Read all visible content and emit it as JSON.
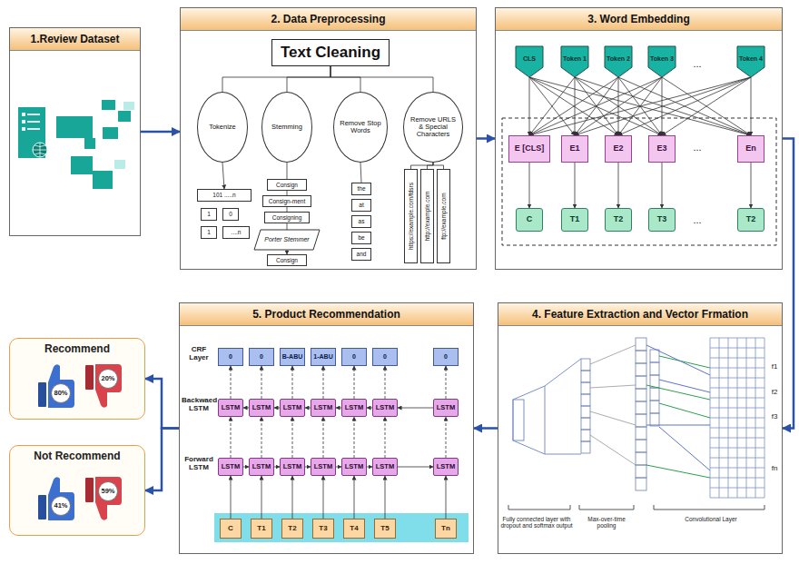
{
  "diagram": {
    "nodes": [
      {
        "text": [
          "1.Review Dataset"
        ]
      },
      {
        "text": [
          "2. Data Preprocessing"
        ]
      },
      {
        "text": [
          "Text Cleaning"
        ],
        "in": 1
      },
      {
        "text": [
          "Tokenize"
        ],
        "in": 1
      },
      {
        "text": [
          "Stemming"
        ],
        "in": 1
      },
      {
        "text": [
          "Remove Stop Words"
        ],
        "in": 1
      },
      {
        "text": [
          "Remove URLS & Special Characters"
        ],
        "in": 1
      },
      {
        "text": [
          "101 .....n"
        ],
        "in": 1
      },
      {
        "text": [
          "1"
        ],
        "in": 1
      },
      {
        "text": [
          "0"
        ],
        "in": 1
      },
      {
        "text": [
          "1"
        ],
        "in": 1
      },
      {
        "text": [
          "....n"
        ],
        "in": 1
      },
      {
        "text": [
          "Consign"
        ],
        "in": 1
      },
      {
        "text": [
          "Consign-ment"
        ],
        "in": 1
      },
      {
        "text": [
          "Consigning"
        ],
        "in": 1
      },
      {
        "text": [
          "Porter Stemmer"
        ],
        "in": 1
      },
      {
        "text": [
          "Consign"
        ],
        "in": 1
      },
      {
        "text": [
          "the"
        ],
        "in": 1
      },
      {
        "text": [
          "at"
        ],
        "in": 1
      },
      {
        "text": [
          "as"
        ],
        "in": 1
      },
      {
        "text": [
          "be"
        ],
        "in": 1
      },
      {
        "text": [
          "and"
        ],
        "in": 1
      },
      {
        "text": [
          "https://example.com/fdsrs"
        ],
        "in": 1
      },
      {
        "text": [
          "http://example.com"
        ],
        "in": 1
      },
      {
        "text": [
          "ftp://example.com"
        ],
        "in": 1
      },
      {
        "text": [
          "3. Word Embedding"
        ]
      },
      {
        "text": [
          "CLS"
        ],
        "in": 25
      },
      {
        "text": [
          "Token 1"
        ],
        "in": 25
      },
      {
        "text": [
          "Token 2"
        ],
        "in": 25
      },
      {
        "text": [
          "Token 3"
        ],
        "in": 25
      },
      {
        "text": [
          "Token 4"
        ],
        "in": 25
      },
      {
        "text": [
          "E [CLS]"
        ],
        "in": 25
      },
      {
        "text": [
          "E1"
        ],
        "in": 25
      },
      {
        "text": [
          "E2"
        ],
        "in": 25
      },
      {
        "text": [
          "E3"
        ],
        "in": 25
      },
      {
        "text": [
          "En"
        ],
        "in": 25
      },
      {
        "text": [
          "C"
        ],
        "in": 25
      },
      {
        "text": [
          "T1"
        ],
        "in": 25
      },
      {
        "text": [
          "T2"
        ],
        "in": 25
      },
      {
        "text": [
          "T3"
        ],
        "in": 25
      },
      {
        "text": [
          "T2"
        ],
        "in": 25
      },
      {
        "text": [
          "4. Feature Extraction and Vector Frmation"
        ]
      },
      {
        "text": [
          "5. Product Recommendation"
        ]
      },
      {
        "text": [
          "0"
        ],
        "in": 42
      },
      {
        "text": [
          "0"
        ],
        "in": 42
      },
      {
        "text": [
          "B-ABU"
        ],
        "in": 42
      },
      {
        "text": [
          "1-ABU"
        ],
        "in": 42
      },
      {
        "text": [
          "0"
        ],
        "in": 42
      },
      {
        "text": [
          "0"
        ],
        "in": 42
      },
      {
        "text": [
          "0"
        ],
        "in": 42
      },
      {
        "text": [
          "LSTM"
        ],
        "in": 42
      },
      {
        "text": [
          "LSTM"
        ],
        "in": 42
      },
      {
        "text": [
          "LSTM"
        ],
        "in": 42
      },
      {
        "text": [
          "LSTM"
        ],
        "in": 42
      },
      {
        "text": [
          "LSTM"
        ],
        "in": 42
      },
      {
        "text": [
          "LSTM"
        ],
        "in": 42
      },
      {
        "text": [
          "LSTM"
        ],
        "in": 42
      },
      {
        "text": [
          "LSTM"
        ],
        "in": 42
      },
      {
        "text": [
          "LSTM"
        ],
        "in": 42
      },
      {
        "text": [
          "LSTM"
        ],
        "in": 42
      },
      {
        "text": [
          "LSTM"
        ],
        "in": 42
      },
      {
        "text": [
          "LSTM"
        ],
        "in": 42
      },
      {
        "text": [
          "LSTM"
        ],
        "in": 42
      },
      {
        "text": [
          "LSTM"
        ],
        "in": 42
      },
      {
        "text": [
          "C"
        ],
        "in": 42
      },
      {
        "text": [
          "T1"
        ],
        "in": 42
      },
      {
        "text": [
          "T2"
        ],
        "in": 42
      },
      {
        "text": [
          "T3"
        ],
        "in": 42
      },
      {
        "text": [
          "T4"
        ],
        "in": 42
      },
      {
        "text": [
          "T5"
        ],
        "in": 42
      },
      {
        "text": [
          "Tn"
        ],
        "in": 42
      },
      {
        "text": [
          "Recommend"
        ]
      },
      {
        "text": [
          "80%"
        ],
        "in": 71
      },
      {
        "text": [
          "20%"
        ],
        "in": 71
      },
      {
        "text": [
          "Not Recommend"
        ]
      },
      {
        "text": [
          "41%"
        ],
        "in": 74
      },
      {
        "text": [
          "59%"
        ],
        "in": 74
      }
    ],
    "edges": [
      {
        "from": 0,
        "to": 1,
        "arrow": "to"
      },
      {
        "from": 1,
        "to": 25,
        "arrow": "to"
      },
      {
        "from": 25,
        "to": 41,
        "arrow": "to"
      },
      {
        "from": 41,
        "to": 42,
        "arrow": "to"
      },
      {
        "from": 42,
        "to": 71,
        "arrow": "to"
      },
      {
        "from": 42,
        "to": 74,
        "arrow": "to"
      },
      {
        "from": 2,
        "to": 3,
        "arrow": "none"
      },
      {
        "from": 2,
        "to": 4,
        "arrow": "none"
      },
      {
        "from": 2,
        "to": 5,
        "arrow": "none"
      },
      {
        "from": 2,
        "to": 6,
        "arrow": "none"
      },
      {
        "from": 3,
        "to": 7,
        "arrow": "to"
      },
      {
        "from": 4,
        "to": 12,
        "arrow": "none"
      },
      {
        "from": 12,
        "to": 13,
        "arrow": "none"
      },
      {
        "from": 13,
        "to": 14,
        "arrow": "none"
      },
      {
        "from": 14,
        "to": 15,
        "arrow": "none"
      },
      {
        "from": 15,
        "to": 16,
        "arrow": "to"
      },
      {
        "from": 5,
        "to": 17,
        "arrow": "none"
      },
      {
        "from": 6,
        "to": 22,
        "arrow": "none"
      },
      {
        "from": 6,
        "to": 23,
        "arrow": "none"
      },
      {
        "from": 6,
        "to": 24,
        "arrow": "none"
      },
      {
        "from": 26,
        "to": 31,
        "arrow": "to"
      },
      {
        "from": 26,
        "to": 32,
        "arrow": "to"
      },
      {
        "from": 26,
        "to": 33,
        "arrow": "to"
      },
      {
        "from": 26,
        "to": 34,
        "arrow": "to"
      },
      {
        "from": 26,
        "to": 35,
        "arrow": "to"
      },
      {
        "from": 27,
        "to": 31,
        "arrow": "to"
      },
      {
        "from": 27,
        "to": 32,
        "arrow": "to"
      },
      {
        "from": 27,
        "to": 33,
        "arrow": "to"
      },
      {
        "from": 27,
        "to": 34,
        "arrow": "to"
      },
      {
        "from": 27,
        "to": 35,
        "arrow": "to"
      },
      {
        "from": 28,
        "to": 31,
        "arrow": "to"
      },
      {
        "from": 28,
        "to": 32,
        "arrow": "to"
      },
      {
        "from": 28,
        "to": 33,
        "arrow": "to"
      },
      {
        "from": 28,
        "to": 34,
        "arrow": "to"
      },
      {
        "from": 28,
        "to": 35,
        "arrow": "to"
      },
      {
        "from": 29,
        "to": 31,
        "arrow": "to"
      },
      {
        "from": 29,
        "to": 32,
        "arrow": "to"
      },
      {
        "from": 29,
        "to": 33,
        "arrow": "to"
      },
      {
        "from": 29,
        "to": 34,
        "arrow": "to"
      },
      {
        "from": 29,
        "to": 35,
        "arrow": "to"
      },
      {
        "from": 30,
        "to": 31,
        "arrow": "to"
      },
      {
        "from": 30,
        "to": 32,
        "arrow": "to"
      },
      {
        "from": 30,
        "to": 33,
        "arrow": "to"
      },
      {
        "from": 30,
        "to": 34,
        "arrow": "to"
      },
      {
        "from": 30,
        "to": 35,
        "arrow": "to"
      },
      {
        "from": 31,
        "to": 36,
        "arrow": "to"
      },
      {
        "from": 32,
        "to": 37,
        "arrow": "to"
      },
      {
        "from": 33,
        "to": 38,
        "arrow": "to"
      },
      {
        "from": 34,
        "to": 39,
        "arrow": "to"
      },
      {
        "from": 35,
        "to": 40,
        "arrow": "to"
      },
      {
        "from": 64,
        "to": 57,
        "arrow": "to"
      },
      {
        "from": 65,
        "to": 58,
        "arrow": "to"
      },
      {
        "from": 66,
        "to": 59,
        "arrow": "to"
      },
      {
        "from": 67,
        "to": 60,
        "arrow": "to"
      },
      {
        "from": 68,
        "to": 61,
        "arrow": "to"
      },
      {
        "from": 69,
        "to": 62,
        "arrow": "to"
      },
      {
        "from": 70,
        "to": 63,
        "arrow": "to"
      },
      {
        "from": 57,
        "to": 50,
        "arrow": "to"
      },
      {
        "from": 58,
        "to": 51,
        "arrow": "to"
      },
      {
        "from": 59,
        "to": 52,
        "arrow": "to"
      },
      {
        "from": 60,
        "to": 53,
        "arrow": "to"
      },
      {
        "from": 61,
        "to": 54,
        "arrow": "to"
      },
      {
        "from": 62,
        "to": 55,
        "arrow": "to"
      },
      {
        "from": 63,
        "to": 56,
        "arrow": "to"
      },
      {
        "from": 50,
        "to": 43,
        "arrow": "to"
      },
      {
        "from": 51,
        "to": 44,
        "arrow": "to"
      },
      {
        "from": 52,
        "to": 45,
        "arrow": "to"
      },
      {
        "from": 53,
        "to": 46,
        "arrow": "to"
      },
      {
        "from": 54,
        "to": 47,
        "arrow": "to"
      },
      {
        "from": 55,
        "to": 48,
        "arrow": "to"
      },
      {
        "from": 56,
        "to": 49,
        "arrow": "to"
      },
      {
        "from": 57,
        "to": 58,
        "arrow": "to"
      },
      {
        "from": 58,
        "to": 59,
        "arrow": "to"
      },
      {
        "from": 59,
        "to": 60,
        "arrow": "to"
      },
      {
        "from": 60,
        "to": 61,
        "arrow": "to"
      },
      {
        "from": 61,
        "to": 62,
        "arrow": "to"
      },
      {
        "from": 62,
        "to": 63,
        "arrow": "to"
      },
      {
        "from": 51,
        "to": 50,
        "arrow": "to"
      },
      {
        "from": 52,
        "to": 51,
        "arrow": "to"
      },
      {
        "from": 53,
        "to": 52,
        "arrow": "to"
      },
      {
        "from": 54,
        "to": 53,
        "arrow": "to"
      },
      {
        "from": 55,
        "to": 54,
        "arrow": "to"
      },
      {
        "from": 56,
        "to": 55,
        "arrow": "to"
      }
    ],
    "labels": [
      "...",
      "...",
      "...",
      "f1",
      "f2",
      "f3",
      "fn",
      "Fully connected layer with dropout and softmax output",
      "Max-over-time pooling",
      "Convolutional Layer",
      "CRF Layer",
      "Backwaed LSTM",
      "Forward LSTM"
    ]
  }
}
